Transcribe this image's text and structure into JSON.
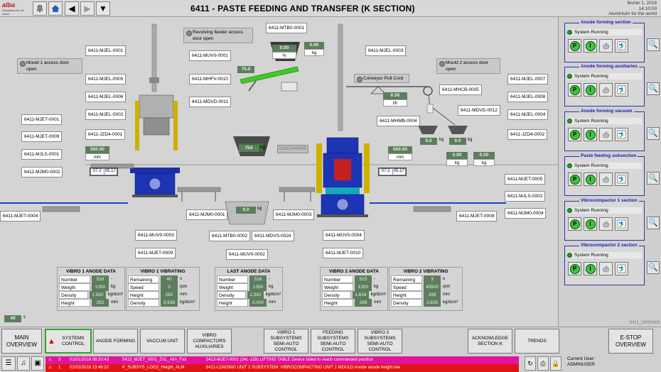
{
  "header": {
    "title": "6411 - PASTE FEEDING AND TRANSFER (K SECTION)",
    "logo_text": "alba",
    "logo_sub": "Aluminium for the world",
    "date": "février 1, 2018",
    "time": "14:10:03",
    "brand_right": "Aluminium for the world"
  },
  "tags": {
    "mtb0_0001": "6411-MTB0-0001",
    "mjel_0001": "6411-MJEL-0001",
    "muv0_0001": "6411-MUV0-0001",
    "mjel_0003": "6411-MJEL-0003",
    "mhfv_0010": "6411-MHFV-0010",
    "mjel_0005": "6411-MJEL-0005",
    "mjel_0006": "6411-MJEL-0006",
    "mjel_0002": "6411-MJEL-0002",
    "mdvd_0011": "6411-MDVD-0011",
    "mhcb_0005": "6411-MHCB-0005",
    "mjel_0007": "6411-MJEL-0007",
    "mjel_0008": "6411-MJEL-0008",
    "mdvd_0012": "6411-MDVD-0012",
    "mjel_0004": "6411-MJEL-0004",
    "mhmb_0004": "6411-MHMB-0004",
    "mjet_0001": "6411-MJET-0001",
    "jzd4_0001": "6411-JZD4-0001",
    "jzd4_0002": "6411-JZD4-0002",
    "mjet_0009": "6411-MJET-0009",
    "mjls_0001": "6411-MJLS-0001",
    "mjm0_0002": "6411-MJM0-0002",
    "mjet_0005": "6411-MJET-0005",
    "mjls_0002": "6411-MJLS-0002",
    "mjet_0004": "6411-MJET-0004",
    "mjm0_0001": "6411-MJM0-0001",
    "mjm0_0003": "6411-MJM0-0003",
    "mjet_0008": "6411-MJET-0008",
    "mjm0_0004": "6411-MJM0-0004",
    "muv0_0003": "6411-MUV0-0003",
    "mtb0_0002": "6411-MTB0-0002",
    "mdvs_0024": "6411-MDVS-0024",
    "muv0_0004": "6411-MUV0-0004",
    "mjet_0009b": "6411-MJET-0009",
    "muv0_0002": "6411-MUV0-0002",
    "mjet_0010": "6411-MJET-0010"
  },
  "notes": {
    "revolving": "Revolving feeder access door open",
    "mould1": "Mould 1 access door open",
    "mould2": "Mould 2 access door open",
    "conveyor": "Conveyor Pull Cord",
    "discharge": "DISCHARGE"
  },
  "values": {
    "hopper_pct": "0.00",
    "hopper_pct_unit": "%",
    "top_kg": "0.00",
    "top_kg_unit": "kg",
    "mhfv_val": "75.0",
    "conveyor_val": "0.00",
    "conveyor_unit": "t/h",
    "weigh_kg": "754",
    "weigh_unit": "kg",
    "left_mm": "550.00",
    "left_mm_unit": "mm",
    "left_d1": "07.2",
    "left_d2": "05.17",
    "right_mm": "550.00",
    "right_mm_unit": "mm",
    "right_d1": "07.2",
    "right_d2": "05.17",
    "hopper_r1": "0.0",
    "hopper_r1_unit": "kg",
    "hopper_r2": "0.0",
    "hopper_r2_unit": "kg",
    "r_kg1": "0.00",
    "r_kg1_unit": "kg",
    "r_kg2": "0.00",
    "r_kg2_unit": "kg",
    "bottom_kg": "0.0",
    "bottom_kg_unit": "kg",
    "bottom_left": "40",
    "bottom_left_unit": "s",
    "server": "6411_OPR0000"
  },
  "panels": {
    "vibro1_anode": {
      "title": "VIBRO 1 ANODE DATA",
      "rows": [
        {
          "label": "Number",
          "value": "516",
          "unit": "-"
        },
        {
          "label": "Weight",
          "value": "1350",
          "unit": "kg"
        },
        {
          "label": "Density",
          "value": "1.582",
          "unit": "kg/dcm³"
        },
        {
          "label": "Height",
          "value": "292",
          "unit": "mm"
        }
      ]
    },
    "vibro1_vibrating": {
      "title": "VIBRO 1 VIBRATING",
      "rows": [
        {
          "label": "Remaining",
          "value": "40",
          "unit": "s"
        },
        {
          "label": "Speed",
          "value": "0",
          "unit": "rpm"
        },
        {
          "label": "Height",
          "value": "292",
          "unit": "mm"
        },
        {
          "label": "Density",
          "value": "3.938",
          "unit": "kg/dcm³"
        }
      ]
    },
    "last_anode": {
      "title": "LAST ANODE DATA",
      "rows": [
        {
          "label": "Number",
          "value": "516",
          "unit": "-"
        },
        {
          "label": "Weight",
          "value": "1350",
          "unit": "kg"
        },
        {
          "label": "Density",
          "value": "1.582",
          "unit": "kg/dcm³"
        },
        {
          "label": "Height",
          "value": "0.000",
          "unit": "mm"
        }
      ]
    },
    "vibro2_anode": {
      "title": "VIBRO 2 ANODE DATA",
      "rows": [
        {
          "label": "Number",
          "value": "515",
          "unit": "-"
        },
        {
          "label": "Weight",
          "value": "1350",
          "unit": "kg"
        },
        {
          "label": "Density",
          "value": "1.634",
          "unit": "kg/dcm³"
        },
        {
          "label": "Height",
          "value": "299",
          "unit": "mm"
        }
      ]
    },
    "vibro2_vibrating": {
      "title": "VIBRO 2 VIBRATING",
      "rows": [
        {
          "label": "Remaining",
          "value": "3",
          "unit": "s"
        },
        {
          "label": "Speed",
          "value": "40500",
          "unit": "rpm"
        },
        {
          "label": "Height",
          "value": "299",
          "unit": "mm"
        },
        {
          "label": "Density",
          "value": "3.835",
          "unit": "kg/dcm³"
        }
      ]
    }
  },
  "subsections": [
    {
      "title": "Anode forming section",
      "status": "System Running"
    },
    {
      "title": "Anode forming auxiliaries",
      "status": "System Running"
    },
    {
      "title": "Anode forming vacuum",
      "status": "System Running"
    },
    {
      "title": "Paste feeding subsection",
      "status": "System Running"
    },
    {
      "title": "Vibrocompactor 1 section",
      "status": "System Running"
    },
    {
      "title": "Vibrocompactor 2 section",
      "status": "System Running"
    }
  ],
  "subsection_buttons": {
    "p": "P",
    "i": "I"
  },
  "nav": {
    "main": "MAIN OVERVIEW",
    "systems": "SYSTEMS CONTROL",
    "anode": "ANODE FORMING",
    "vacuum": "VACCUM UNIT",
    "vibro_aux": "VIBRO COMPACTORS AUXILIARIES",
    "vibro1": "VIBRO 1 SUBSYSTEMS SEMI-AUTO CONTROL",
    "feeding": "FEEDING SUBSYSTEMS SEMI-AUTO CONTROL",
    "vibro2": "VIBRO 2 SUBSYSTEMS SEMI-AUTO CONTROL",
    "ack": "ACKNOWLEDGE SECTION K",
    "trends": "TRENDS",
    "estop": "E-STOP OVERVIEW"
  },
  "alarms": [
    {
      "n": "3",
      "date": "01/01/2018 08:20:43",
      "tag": "5413_MJET_0001_ZVL_Alm_Fail",
      "msg": "5413-MJET-0001 (34L-11B) LIFTING TABLE Device failed to reach commanded position",
      "color": "#e0149c"
    },
    {
      "n": "1",
      "date": "01/02/2018 13:46:22",
      "tag": "K_SUBSYS_LOG2_Height_ALM",
      "msg": "6411-LOADING UNIT 2 SUBSYSTEM: VIBROCOMPACTING UNIT 1 MOULD Anode anode height low",
      "color": "#e01414"
    }
  ],
  "user": {
    "label": "Current User:",
    "name": "ADMINUSER"
  }
}
